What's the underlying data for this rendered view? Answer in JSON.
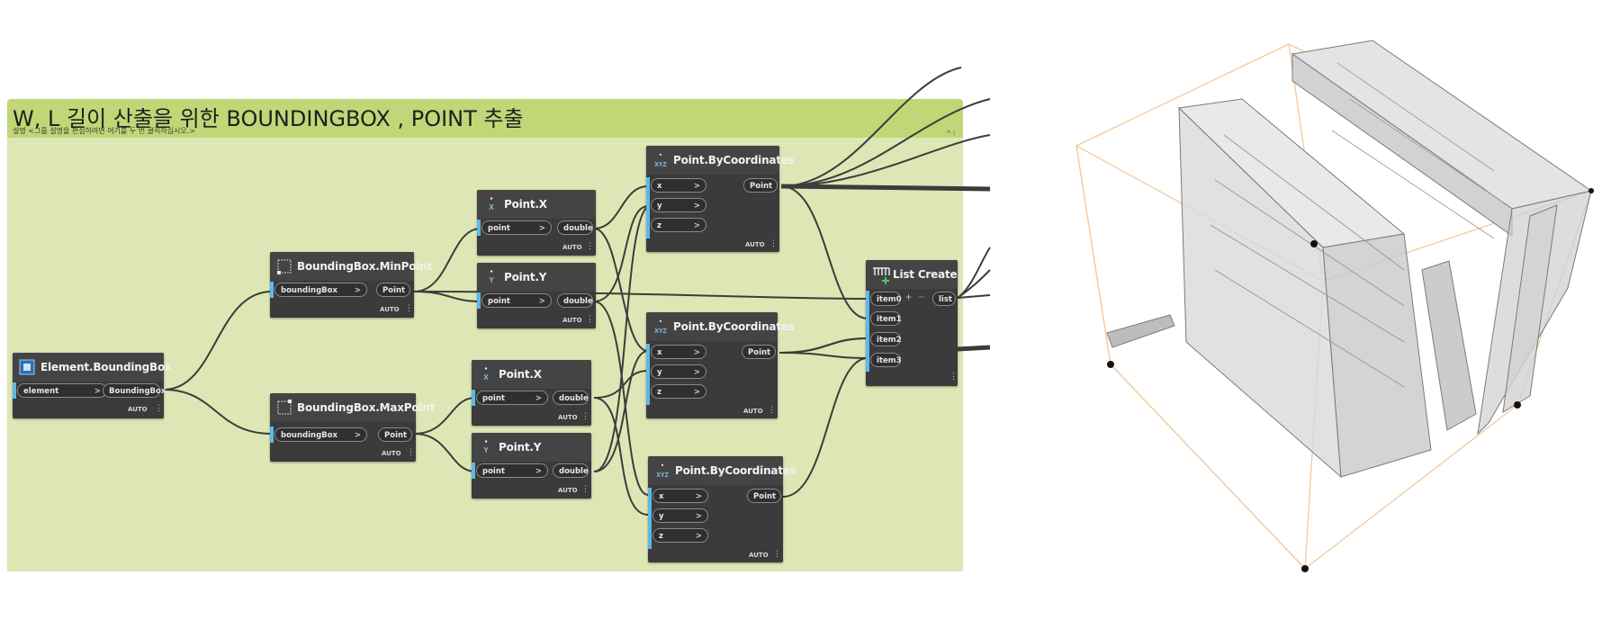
{
  "group": {
    "title": "W, L 길이 산출을 위한 BOUNDINGBOX , POINT 추출",
    "description": "설명 <그룹 설명을 편집하려면 여기를 두 번 클릭하십시오.>",
    "collapse_glyph": "^ ⁝",
    "background_color": "#dde7b5",
    "header_color": "#c1d676"
  },
  "nodes": {
    "element_boundingbox": {
      "title": "Element.BoundingBox",
      "input": "element",
      "output": "BoundingBox",
      "lacing": "AUTO"
    },
    "bbox_minpoint": {
      "title": "BoundingBox.MinPoint",
      "input": "boundingBox",
      "output": "Point",
      "lacing": "AUTO"
    },
    "bbox_maxpoint": {
      "title": "BoundingBox.MaxPoint",
      "input": "boundingBox",
      "output": "Point",
      "lacing": "AUTO"
    },
    "pointx_1": {
      "title": "Point.X",
      "input": "point",
      "output": "double",
      "lacing": "AUTO",
      "icon": "X"
    },
    "pointy_1": {
      "title": "Point.Y",
      "input": "point",
      "output": "double",
      "lacing": "AUTO",
      "icon": "Y"
    },
    "pointx_2": {
      "title": "Point.X",
      "input": "point",
      "output": "double",
      "lacing": "AUTO",
      "icon": "X"
    },
    "pointy_2": {
      "title": "Point.Y",
      "input": "point",
      "output": "double",
      "lacing": "AUTO",
      "icon": "Y"
    },
    "point_bycoords_1": {
      "title": "Point.ByCoordinates",
      "inputs": [
        "x",
        "y",
        "z"
      ],
      "output": "Point",
      "lacing": "AUTO",
      "icon": "XYZ"
    },
    "point_bycoords_2": {
      "title": "Point.ByCoordinates",
      "inputs": [
        "x",
        "y",
        "z"
      ],
      "output": "Point",
      "lacing": "AUTO",
      "icon": "XYZ"
    },
    "point_bycoords_3": {
      "title": "Point.ByCoordinates",
      "inputs": [
        "x",
        "y",
        "z"
      ],
      "output": "Point",
      "lacing": "AUTO",
      "icon": "XYZ"
    },
    "list_create": {
      "title": "List Create",
      "inputs": [
        "item0",
        "item1",
        "item2",
        "item3"
      ],
      "output": "list",
      "add_label": "+",
      "remove_label": "−"
    }
  },
  "port_arrow": ">",
  "colors": {
    "node_body": "#3b3b3b",
    "node_header": "#444444",
    "input_marker": "#5fb7e8",
    "wire": "#3c3c3c",
    "bbox_outline": "#f3c9a0"
  },
  "icons": {
    "element": "element-cube-icon",
    "bbox": "bounding-box-icon",
    "coord": "xyz-coordinate-icon",
    "list": "list-create-icon"
  },
  "preview": {
    "label": "3d-preview-viewport"
  }
}
